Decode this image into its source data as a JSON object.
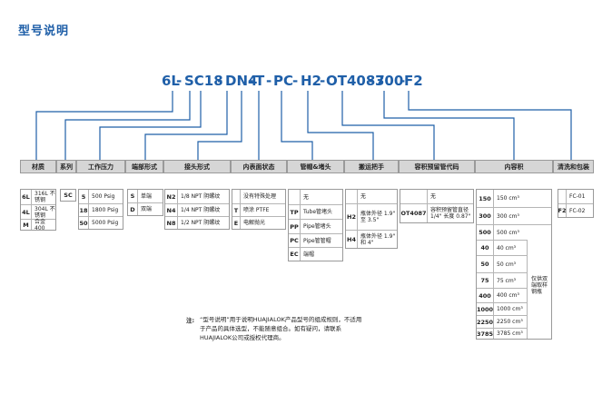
{
  "title": "型号说明",
  "code_segments": [
    "6L",
    "-",
    "SC18",
    "-",
    "DN4",
    "-",
    "T",
    "-",
    "PC",
    "-",
    "H2",
    "-",
    "OT4087",
    "-",
    "300",
    "-",
    "F2"
  ],
  "columns": [
    {
      "header": "材质",
      "rows": [
        {
          "code": "6L",
          "desc": "316L 不锈钢"
        },
        {
          "code": "4L",
          "desc": "304L 不锈钢"
        },
        {
          "code": "M",
          "desc": "合金 400"
        }
      ]
    },
    {
      "header": "系列",
      "rows": [
        {
          "code": "SC",
          "desc": ""
        }
      ]
    },
    {
      "header": "工作压力",
      "rows": [
        {
          "code": "5",
          "desc": "500 Psig"
        },
        {
          "code": "18",
          "desc": "1800 Psig"
        },
        {
          "code": "50",
          "desc": "5000 Psig"
        }
      ]
    },
    {
      "header": "端部形式",
      "rows": [
        {
          "code": "S",
          "desc": "单端"
        },
        {
          "code": "D",
          "desc": "双端"
        }
      ]
    },
    {
      "header": "接头形式",
      "rows": [
        {
          "code": "N2",
          "desc": "1/8 NPT 阴螺纹"
        },
        {
          "code": "N4",
          "desc": "1/4 NPT 阴螺纹"
        },
        {
          "code": "N8",
          "desc": "1/2 NPT 阴螺纹"
        }
      ]
    },
    {
      "header": "内表面状态",
      "rows": [
        {
          "code": "",
          "desc": "没有特殊处理"
        },
        {
          "code": "T",
          "desc": "喷涂 PTFE"
        },
        {
          "code": "E",
          "desc": "电解抛光"
        }
      ]
    },
    {
      "header": "管帽&堵头",
      "rows": [
        {
          "code": "",
          "desc": "无"
        },
        {
          "code": "TP",
          "desc": "Tube管堵头"
        },
        {
          "code": "PP",
          "desc": "Pipe管堵头"
        },
        {
          "code": "PC",
          "desc": "Pipe管管帽"
        },
        {
          "code": "EC",
          "desc": "端帽"
        }
      ]
    },
    {
      "header": "搬运把手",
      "rows": [
        {
          "code": "",
          "desc": "无"
        },
        {
          "code": "H2",
          "desc": "瓶体外径 1.9\" 至 3.5\""
        },
        {
          "code": "H4",
          "desc": "瓶体外径 1.9\" 和 4\""
        }
      ]
    },
    {
      "header": "容积预留管代码",
      "rows": [
        {
          "code": "",
          "desc": "无"
        },
        {
          "code": "OT4087",
          "desc": "容积预留管直径 1/4\" 长度 0.87\""
        }
      ]
    },
    {
      "header": "内容积",
      "rows": [
        {
          "code": "150",
          "desc": "150 cm³"
        },
        {
          "code": "300",
          "desc": "300 cm³"
        },
        {
          "code": "500",
          "desc": "500 cm³"
        },
        {
          "code": "40",
          "desc": "40 cm³"
        },
        {
          "code": "50",
          "desc": "50 cm³"
        },
        {
          "code": "75",
          "desc": "75 cm³"
        },
        {
          "code": "400",
          "desc": "400 cm³"
        },
        {
          "code": "1000",
          "desc": "1000 cm³"
        },
        {
          "code": "2250",
          "desc": "2250 cm³"
        },
        {
          "code": "3785",
          "desc": "3785 cm³"
        }
      ],
      "side_note": "仅供双端取样钢瓶"
    },
    {
      "header": "清洗和包装",
      "rows": [
        {
          "code": "",
          "desc": "FC-01"
        },
        {
          "code": "F2",
          "desc": "FC-02"
        }
      ]
    }
  ],
  "note_label": "注:",
  "note_text": "“型号说明”用于说明HUAJIALOK产品型号的组成规则，不适用于产品的具体选型，不能随意组合。如有疑问，请联系HUAJIALOK公司或授权代理商。"
}
